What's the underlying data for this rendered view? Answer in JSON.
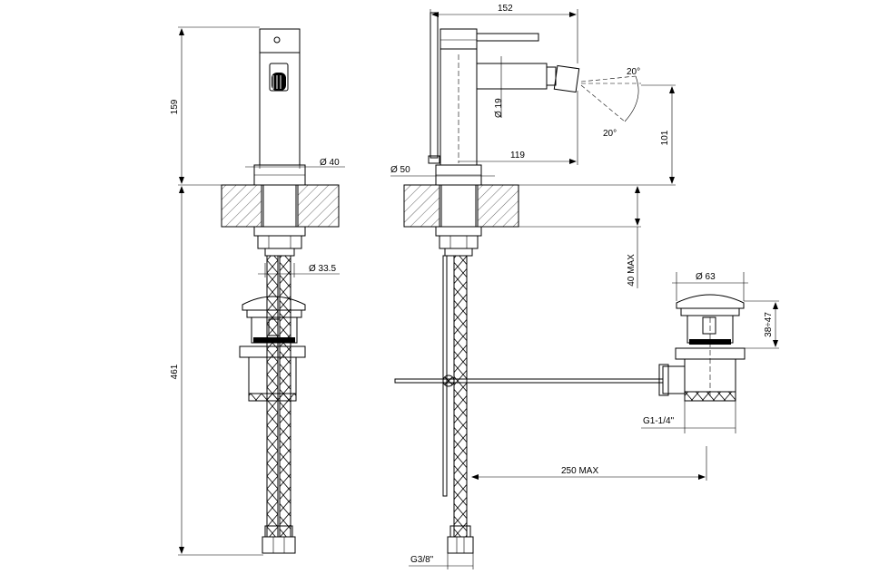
{
  "dimensions": {
    "height_spout": "159",
    "total_length": "461",
    "body_diameter": "Ø 40",
    "nut_diameter": "Ø 33.5",
    "width": "152",
    "spout_diameter": "Ø 19",
    "spout_reach": "119",
    "base_diameter": "Ø 50",
    "angle_up": "20°",
    "angle_down": "20°",
    "outlet_height": "101",
    "deck_thickness": "40 MAX",
    "waste_diameter": "Ø 63",
    "waste_height": "38÷47",
    "waste_thread": "G1-1/4\"",
    "rod_length": "250 MAX",
    "hose_thread": "G3/8\""
  }
}
